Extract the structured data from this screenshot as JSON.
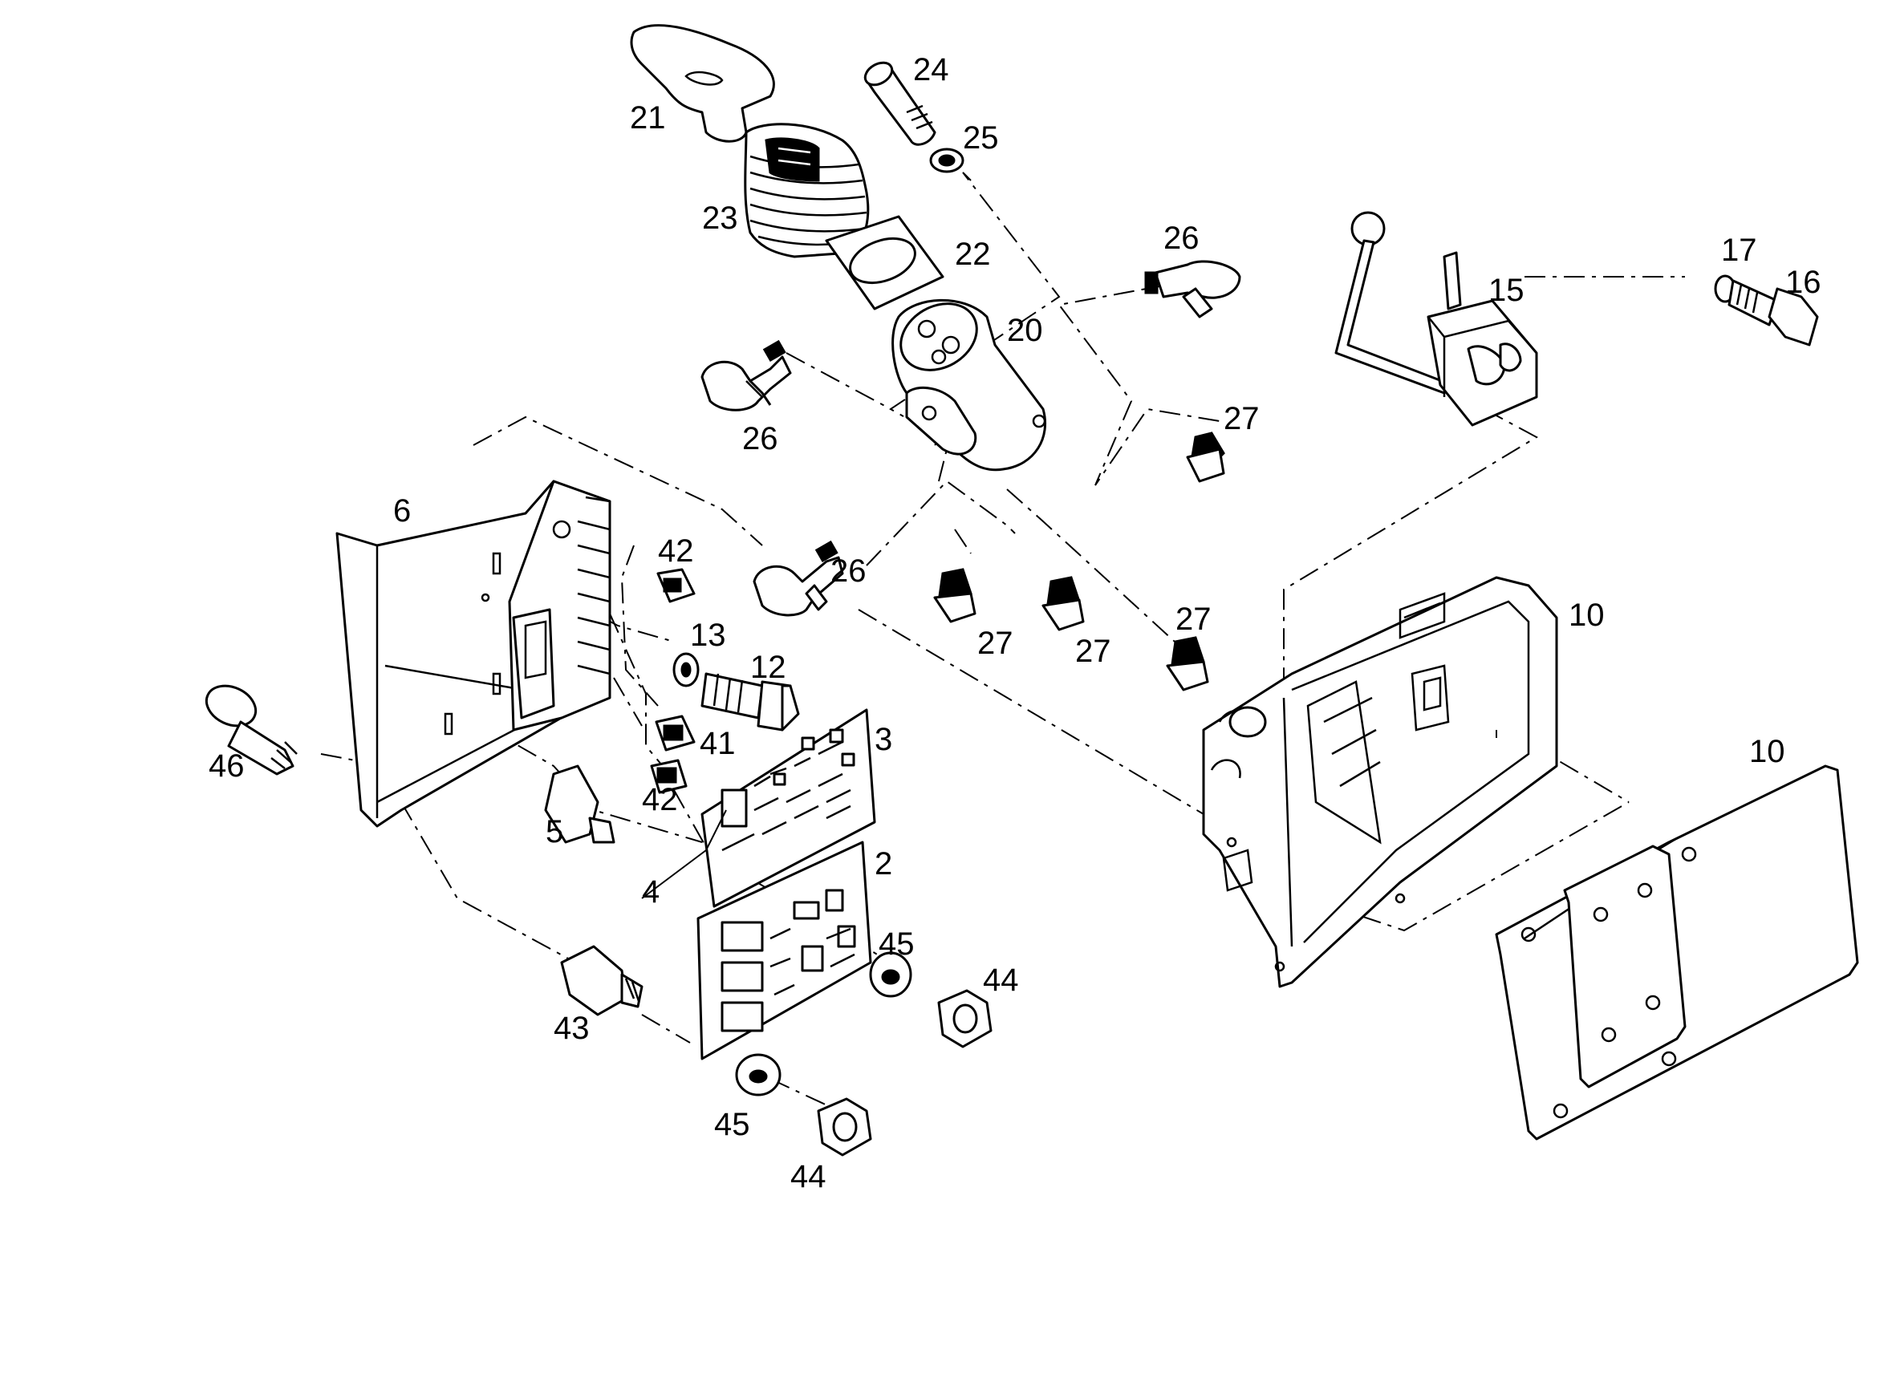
{
  "callouts": {
    "c21": "21",
    "c24": "24",
    "c25": "25",
    "c23": "23",
    "c22": "22",
    "c20": "20",
    "c26a": "26",
    "c26b": "26",
    "c26c": "26",
    "c15": "15",
    "c17": "17",
    "c16": "16",
    "c27a": "27",
    "c27b": "27",
    "c27c": "27",
    "c27d": "27",
    "c6": "6",
    "c42a": "42",
    "c13": "13",
    "c12": "12",
    "c41": "41",
    "c42b": "42",
    "c3": "3",
    "c46": "46",
    "c5": "5",
    "c4": "4",
    "c2": "2",
    "c45a": "45",
    "c44a": "44",
    "c43": "43",
    "c45b": "45",
    "c44b": "44",
    "c10a": "10",
    "c10b": "10"
  }
}
